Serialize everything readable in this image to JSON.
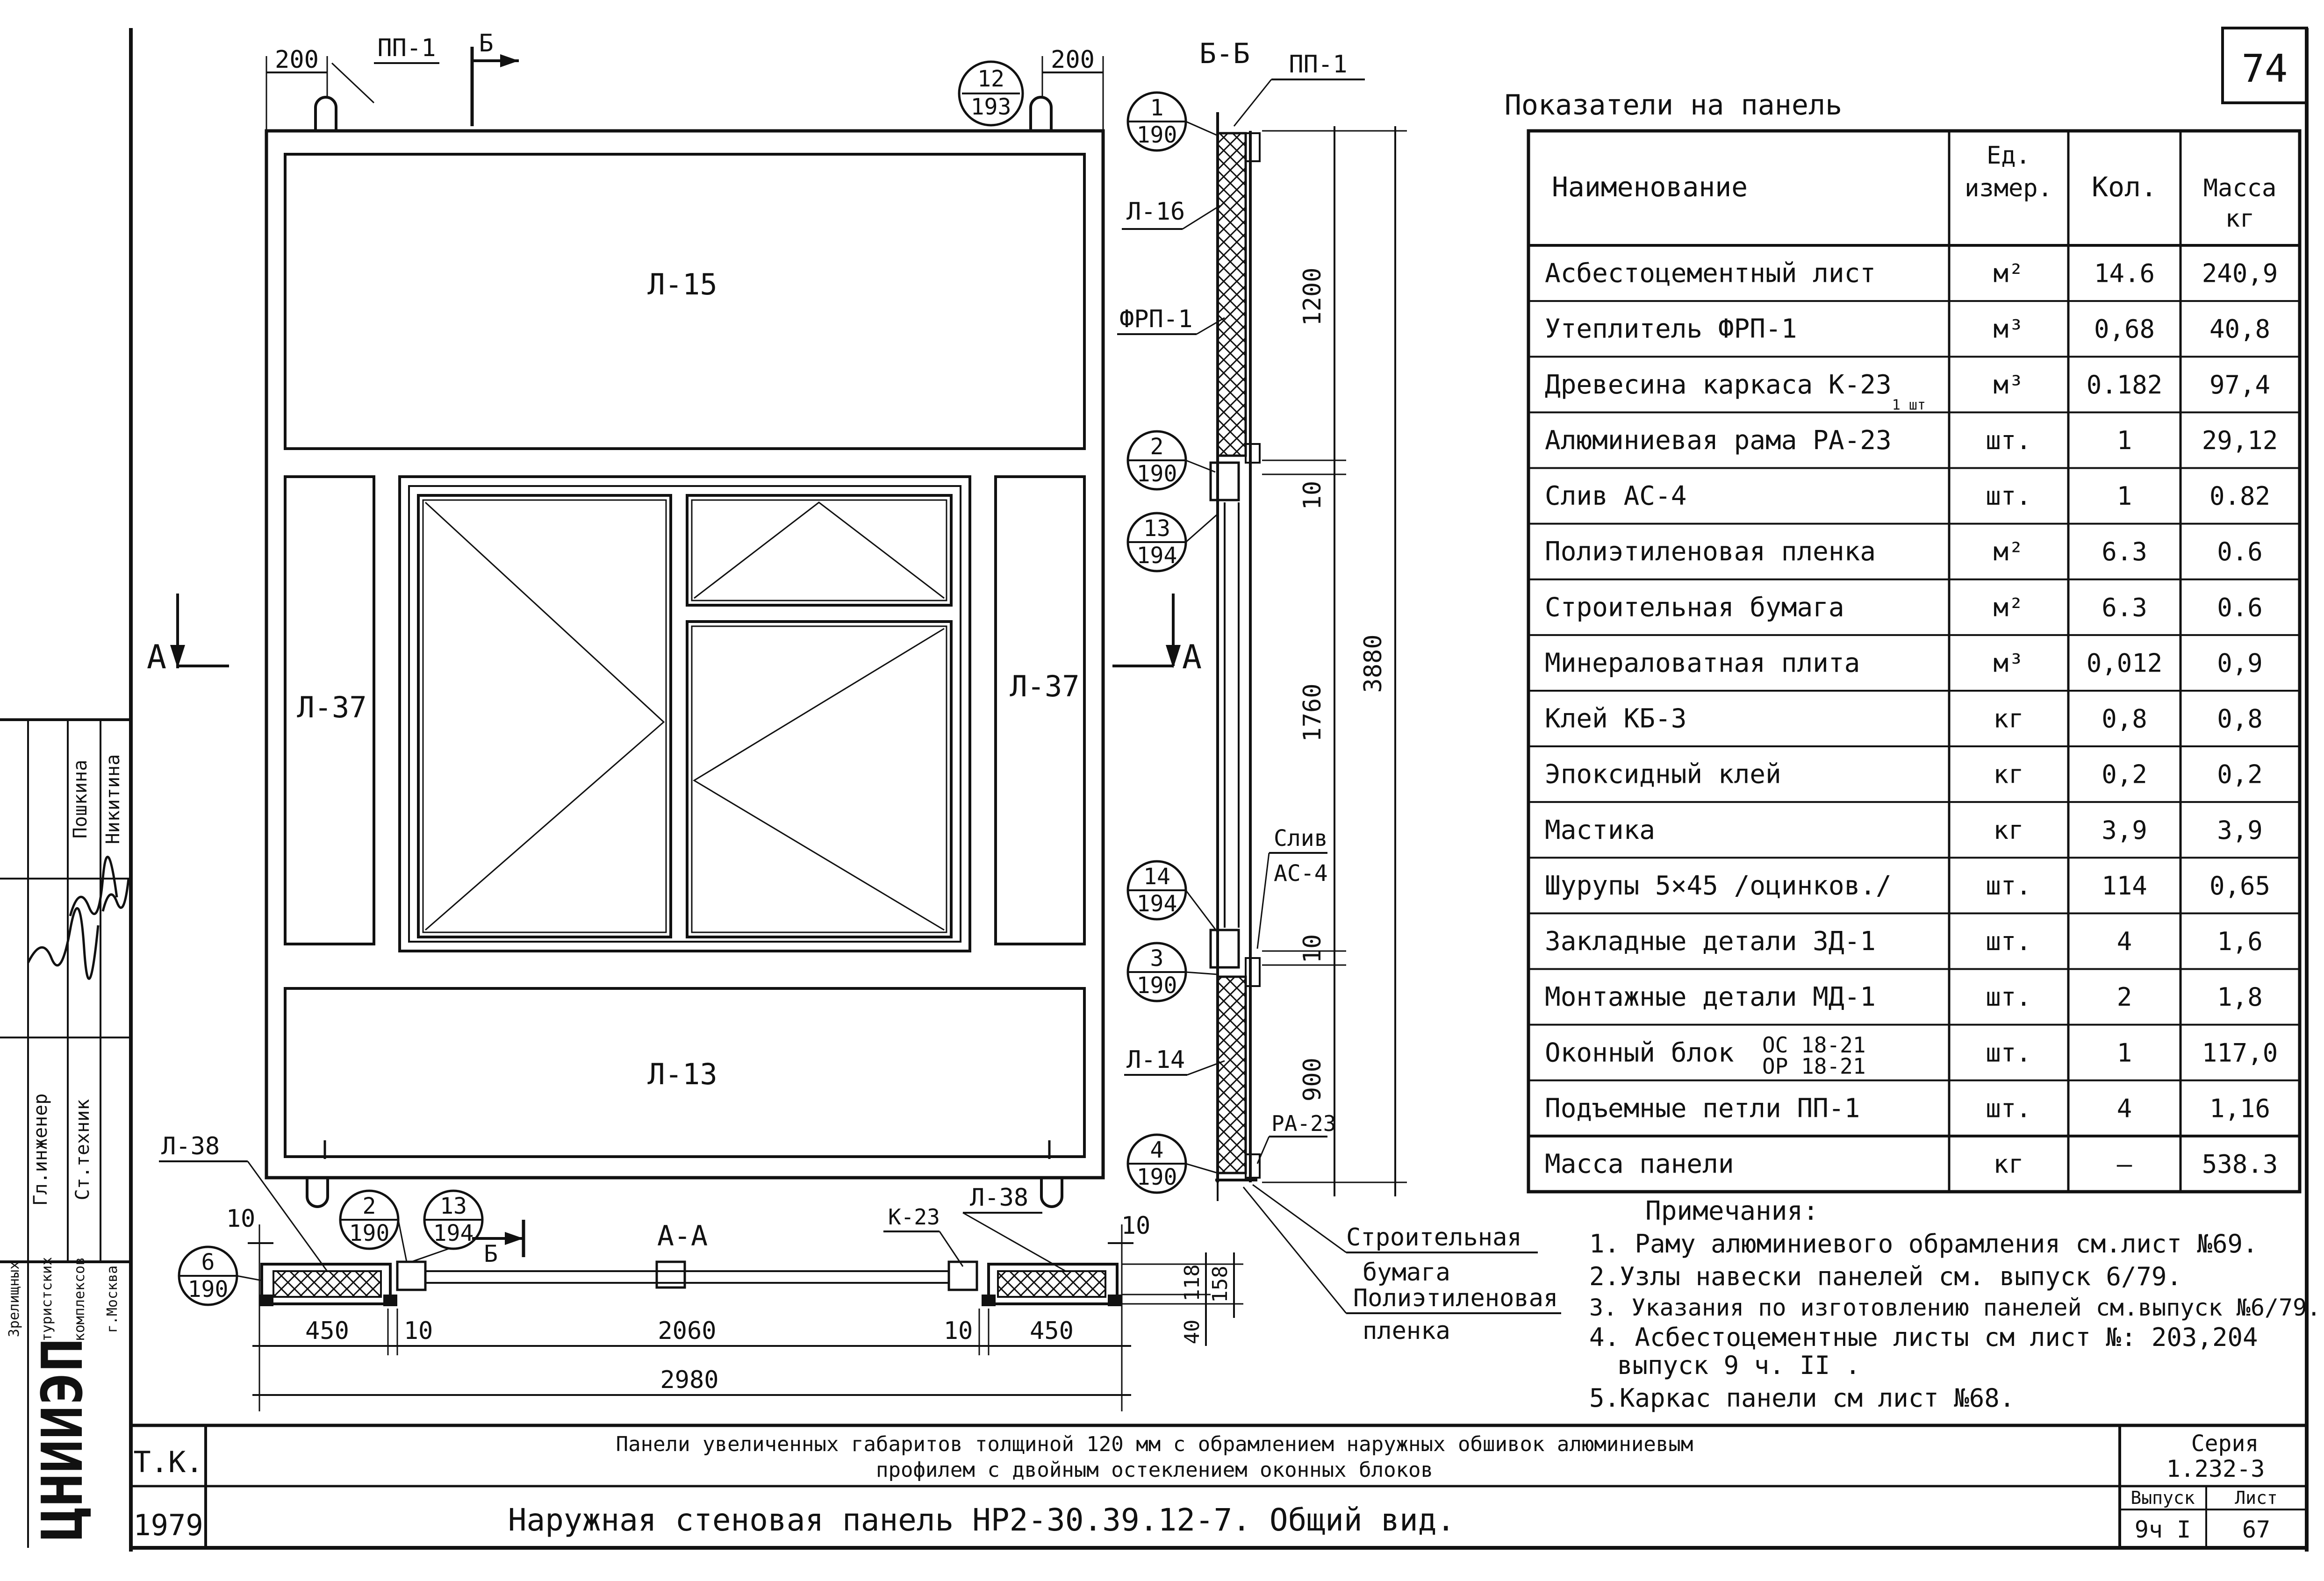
{
  "sheet": {
    "page_number": "74"
  },
  "front_view": {
    "dim_left": "200",
    "dim_right": "200",
    "loop_label": "ПП-1",
    "section_b": "Б",
    "node_12": {
      "num": "12",
      "den": "193"
    },
    "panels": {
      "top": "Л-15",
      "left": "Л-37",
      "right": "Л-37",
      "bottom": "Л-13"
    },
    "section_a": "А"
  },
  "section_bb": {
    "title": "Б-Б",
    "loop_label": "ПП-1",
    "labels": {
      "l16": "Л-16",
      "frp1": "ФРП-1",
      "l14": "Л-14",
      "ra23": "РА-23",
      "sliv": "Слив",
      "ac4": "АС-4"
    },
    "nodes": [
      {
        "num": "1",
        "den": "190"
      },
      {
        "num": "2",
        "den": "190"
      },
      {
        "num": "13",
        "den": "194"
      },
      {
        "num": "14",
        "den": "194"
      },
      {
        "num": "3",
        "den": "190"
      },
      {
        "num": "4",
        "den": "190"
      }
    ],
    "dims": {
      "d1200": "1200",
      "d10a": "10",
      "d1760": "1760",
      "d10b": "10",
      "d900": "900",
      "total": "3880"
    },
    "section_a": "А",
    "notes": [
      "Строительная",
      "бумага",
      "Полиэтиленовая",
      "пленка"
    ]
  },
  "section_aa": {
    "title": "А-А",
    "labels": {
      "l38_left": "Л-38",
      "l38_right": "Л-38",
      "k23": "К-23",
      "section_b": "Б"
    },
    "nodes": [
      {
        "num": "6",
        "den": "190"
      },
      {
        "num": "2",
        "den": "190"
      },
      {
        "num": "13",
        "den": "194"
      }
    ],
    "dims": {
      "d10_left": "10",
      "d10_right": "10",
      "d450_left": "450",
      "d10_a": "10",
      "d2060": "2060",
      "d10_b": "10",
      "d450_right": "450",
      "total": "2980",
      "d118": "118",
      "d158": "158",
      "d40": "40"
    }
  },
  "table": {
    "title": "Показатели на панель",
    "headers": {
      "name": "Наименование",
      "unit_1": "Ед.",
      "unit_2": "измер.",
      "qty": "Кол.",
      "mass_1": "Масса",
      "mass_2": "кг"
    },
    "rows": [
      {
        "name": "Асбестоцементный лист",
        "unit": "м²",
        "qty": "14.6",
        "mass": "240,9"
      },
      {
        "name": "Утеплитель ФРП-1",
        "unit": "м³",
        "qty": "0,68",
        "mass": "40,8"
      },
      {
        "name": "Древесина каркаса К-23",
        "sub": "1 шт",
        "unit": "м³",
        "qty": "0.182",
        "mass": "97,4"
      },
      {
        "name": "Алюминиевая рама РА-23",
        "unit": "шт.",
        "qty": "1",
        "mass": "29,12"
      },
      {
        "name": "Слив АС-4",
        "unit": "шт.",
        "qty": "1",
        "mass": "0.82"
      },
      {
        "name": "Полиэтиленовая пленка",
        "unit": "м²",
        "qty": "6.3",
        "mass": "0.6"
      },
      {
        "name": "Строительная бумага",
        "unit": "м²",
        "qty": "6.3",
        "mass": "0.6"
      },
      {
        "name": "Минераловатная плита",
        "unit": "м³",
        "qty": "0,012",
        "mass": "0,9"
      },
      {
        "name": "Клей КБ-3",
        "unit": "кг",
        "qty": "0,8",
        "mass": "0,8"
      },
      {
        "name": "Эпоксидный клей",
        "unit": "кг",
        "qty": "0,2",
        "mass": "0,2"
      },
      {
        "name": "Мастика",
        "unit": "кг",
        "qty": "3,9",
        "mass": "3,9"
      },
      {
        "name": "Шурупы 5×45 /оцинков./",
        "unit": "шт.",
        "qty": "114",
        "mass": "0,65"
      },
      {
        "name": "Закладные детали ЗД-1",
        "unit": "шт.",
        "qty": "4",
        "mass": "1,6"
      },
      {
        "name": "Монтажные детали МД-1",
        "unit": "шт.",
        "qty": "2",
        "mass": "1,8"
      },
      {
        "name": "Оконный блок",
        "name_b1": "ОС 18-21",
        "name_b2": "ОР 18-21",
        "unit": "шт.",
        "qty": "1",
        "mass": "117,0"
      },
      {
        "name": "Подъемные петли ПП-1",
        "unit": "шт.",
        "qty": "4",
        "mass": "1,16"
      },
      {
        "name": "Масса панели",
        "unit": "кг",
        "qty": "—",
        "mass": "538.3"
      }
    ]
  },
  "notes": {
    "title": "Примечания:",
    "items": [
      "1. Раму алюминиевого обрамления см.лист №69.",
      "2.Узлы навески панелей см. выпуск 6/79.",
      "3. Указания по изготовлению панелей см.выпуск №6/79.",
      "4. Асбестоцементные листы см лист №: 203,204",
      "выпуск 9 ч. II .",
      "5.Каркас панели см лист №68."
    ]
  },
  "side_stamp": {
    "roles": [
      "Гл.инженер",
      "Ст.техник"
    ],
    "names": [
      "Пошкина",
      "Никитина"
    ],
    "org": [
      "Зрелищных",
      "туристских",
      "комплексов",
      "г.Москва"
    ],
    "logo": "ЦНИИЭП"
  },
  "title_block": {
    "org_code": "Т.К.",
    "year": "1979",
    "description_line1": "Панели увеличенных габаритов толщиной 120 мм с обрамлением наружных обшивок алюминиевым",
    "description_line2": "профилем с двойным остеклением оконных блоков",
    "drawing_title": "Наружная стеновая панель НР2-30.39.12-7. Общий вид.",
    "series_label": "Серия",
    "series_value": "1.232-3",
    "issue_label": "Выпуск",
    "issue_value": "9ч I",
    "sheet_label": "Лист",
    "sheet_value": "67"
  }
}
